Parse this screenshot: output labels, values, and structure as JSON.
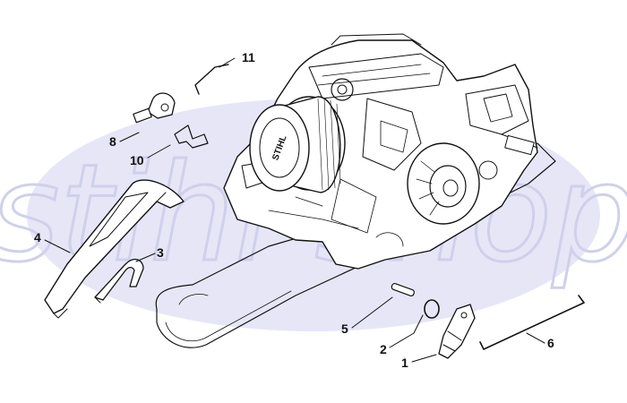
{
  "diagram": {
    "watermark": "stihl shop",
    "colors": {
      "watermark_fill": "#e6e6f7",
      "watermark_text": "#cfd0ea",
      "line": "#111111"
    },
    "filter_label": "STIHL",
    "callouts": [
      {
        "id": "c11",
        "number": "11"
      },
      {
        "id": "c8",
        "number": "8"
      },
      {
        "id": "c10",
        "number": "10"
      },
      {
        "id": "c4",
        "number": "4"
      },
      {
        "id": "c3",
        "number": "3"
      },
      {
        "id": "c5",
        "number": "5"
      },
      {
        "id": "c2",
        "number": "2"
      },
      {
        "id": "c1",
        "number": "1"
      },
      {
        "id": "c6",
        "number": "6"
      }
    ]
  }
}
